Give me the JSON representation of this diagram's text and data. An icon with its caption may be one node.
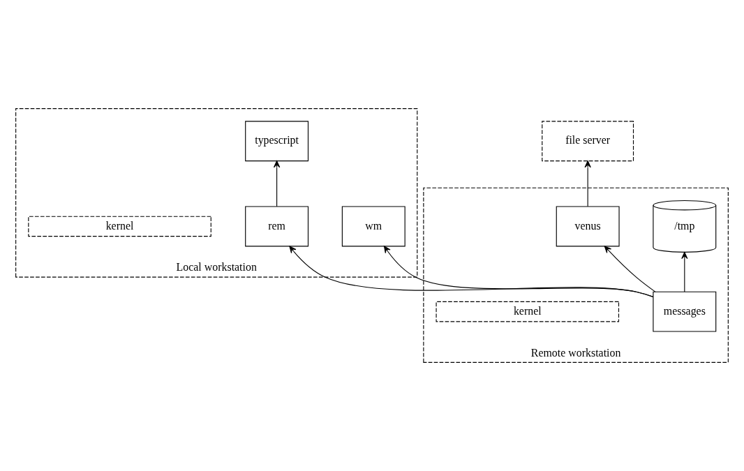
{
  "diagram": {
    "nodes": [
      {
        "text": [
          "file server"
        ]
      },
      {
        "text": [
          "Local workstation"
        ]
      },
      {
        "text": [
          "wm"
        ],
        "in": 1
      },
      {
        "text": [
          "typescript"
        ],
        "in": 1
      },
      {
        "text": [
          "rem"
        ],
        "in": 1
      },
      {
        "text": [
          "kernel"
        ],
        "in": 1
      },
      {
        "text": [
          "Remote workstation"
        ]
      },
      {
        "text": [
          "messages"
        ],
        "in": 6
      },
      {
        "text": [
          "venus"
        ],
        "in": 6
      },
      {
        "text": [
          "/tmp"
        ],
        "in": 6
      },
      {
        "text": [
          "kernel"
        ],
        "in": 6
      }
    ],
    "edges": [
      {
        "from": 8,
        "to": 0,
        "arrow": "to"
      },
      {
        "from": 7,
        "to": 2,
        "arrow": "to"
      },
      {
        "from": 7,
        "to": 4,
        "arrow": "to"
      },
      {
        "from": 4,
        "to": 3,
        "arrow": "to"
      },
      {
        "from": 7,
        "to": 8,
        "arrow": "to"
      },
      {
        "from": 7,
        "to": 9,
        "arrow": "to"
      }
    ]
  }
}
